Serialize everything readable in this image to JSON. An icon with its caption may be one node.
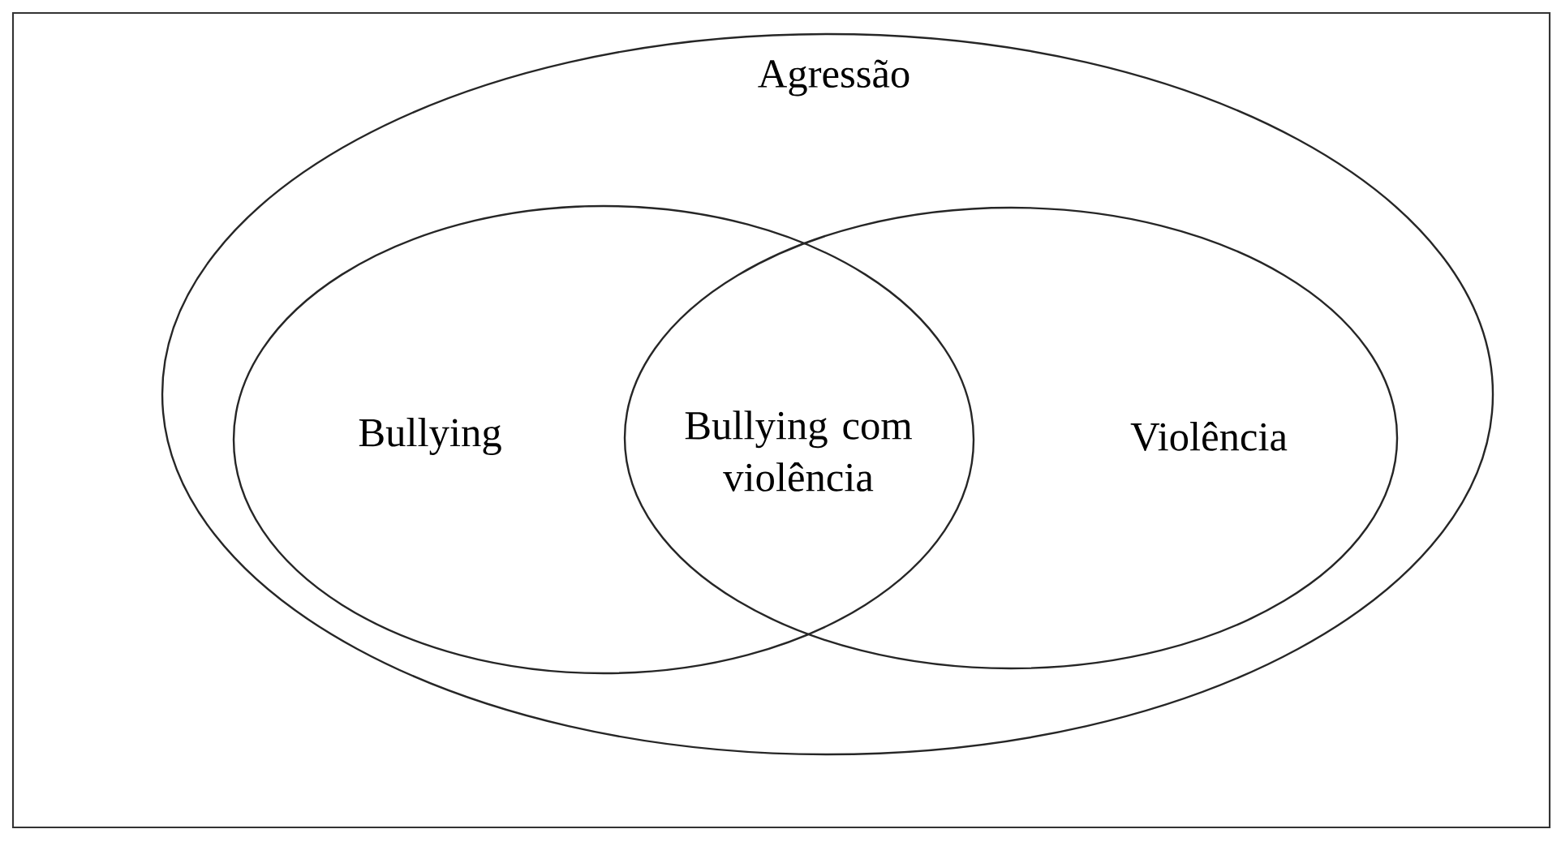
{
  "diagram": {
    "nodes": [
      {
        "text": [
          "Agressão"
        ]
      },
      {
        "text": [
          "Bullying"
        ],
        "in": 0
      },
      {
        "text": [
          "Violência"
        ],
        "in": 0
      }
    ],
    "labels": [
      "Bullying com violência"
    ]
  }
}
